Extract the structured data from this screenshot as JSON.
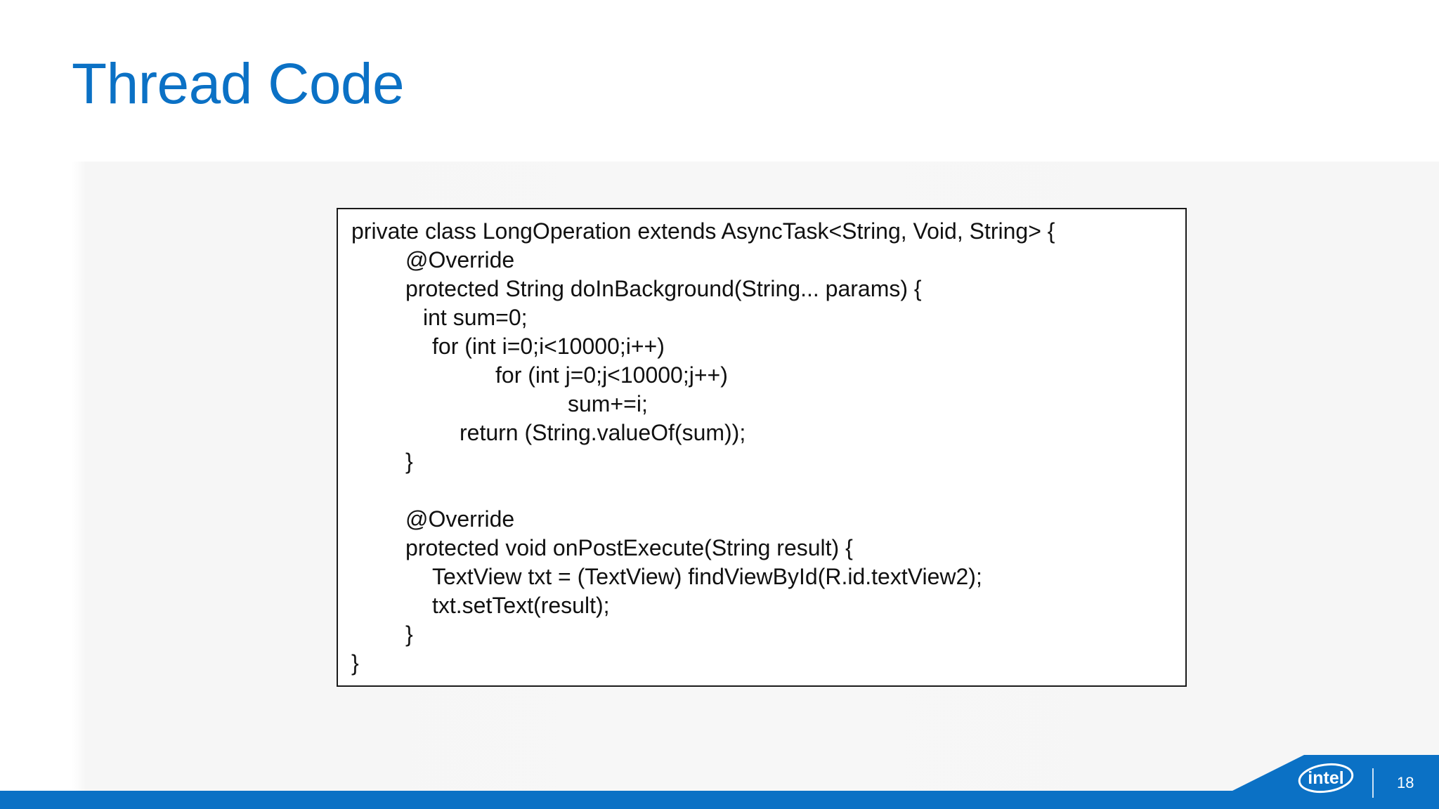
{
  "slide": {
    "title": "Thread Code",
    "page_number": "18",
    "logo_text": "intel",
    "brand_color": "#0b71c5"
  },
  "code": {
    "lines": [
      "private class LongOperation extends AsyncTask<String, Void, String> {",
      "@Override",
      "protected String doInBackground(String... params) {",
      "int sum=0;",
      "for (int i=0;i<10000;i++)",
      "for (int j=0;j<10000;j++)",
      "sum+=i;",
      "return (String.valueOf(sum));",
      "}",
      "",
      "@Override",
      "protected void onPostExecute(String result) {",
      "TextView txt = (TextView) findViewById(R.id.textView2);",
      "txt.setText(result);",
      "}",
      "}"
    ]
  }
}
